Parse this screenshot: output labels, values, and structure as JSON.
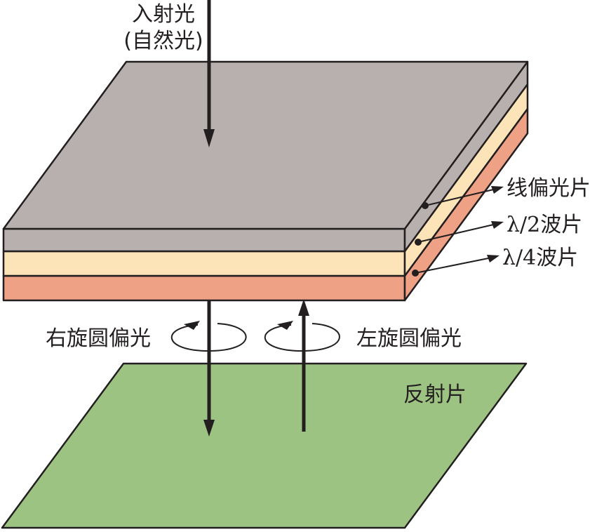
{
  "labels": {
    "incident_line1": "入射光",
    "incident_line2": "(自然光)",
    "linear_polarizer": "线偏光片",
    "half_wave_plate": "λ/2波片",
    "quarter_wave_plate": "λ/4波片",
    "right_circular": "右旋圆偏光",
    "left_circular": "左旋圆偏光",
    "reflector": "反射片"
  },
  "colors": {
    "polarizer": "#b8b0ae",
    "half_wave": "#fde4b8",
    "quarter_wave": "#eea184",
    "reflector": "#9dc383",
    "line": "#231f20"
  }
}
